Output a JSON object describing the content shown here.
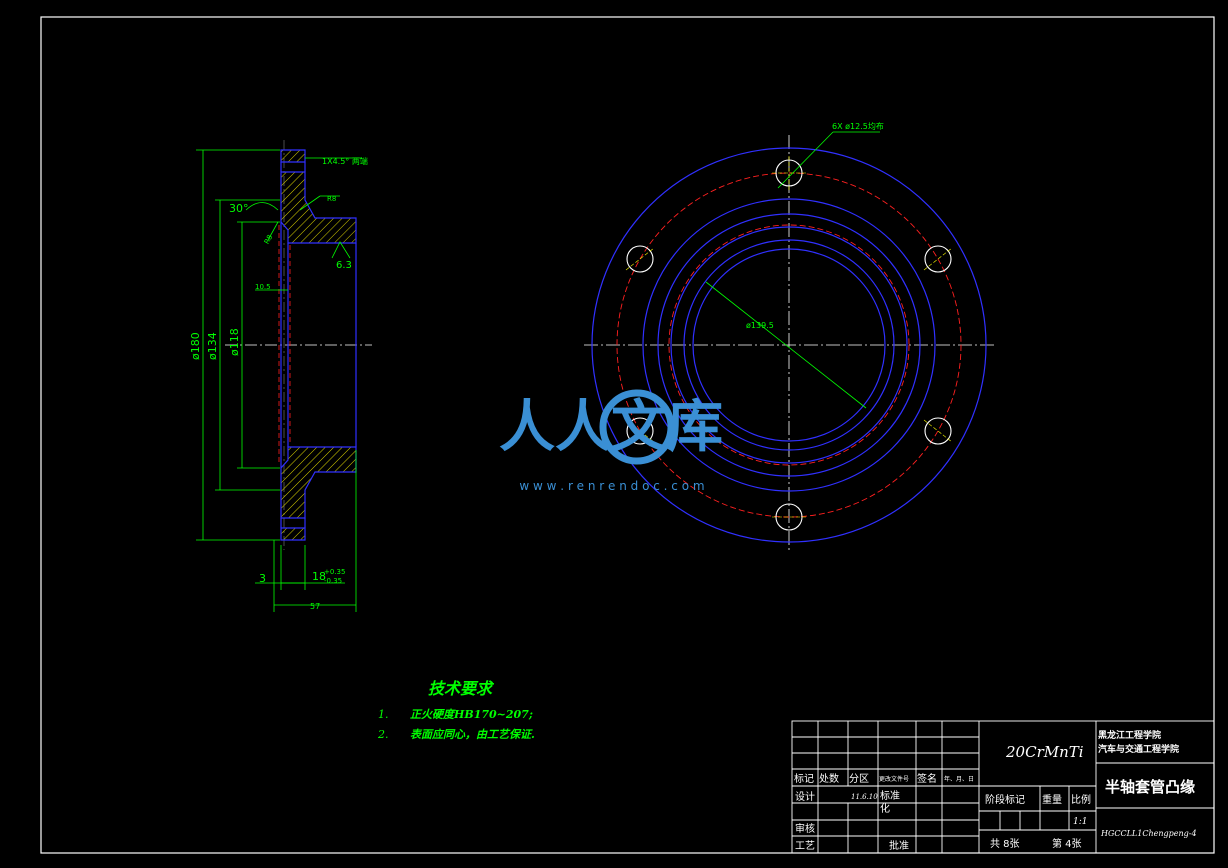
{
  "watermark": {
    "text": "人人文库",
    "url": "w w w . r e n r e n d o c . c o m"
  },
  "side_view": {
    "chamfer": "1X4.5° 两端",
    "angle": "30°",
    "r_small": "R8",
    "r_small2": "R8",
    "roughness": "6.3",
    "dim_105": "10.5",
    "d180": "ø180",
    "d134": "ø134",
    "d118": "ø118",
    "dim_3": "3",
    "dim_18": "18",
    "tol_upper": "+0.35",
    "tol_lower": "-0.35",
    "dim_57": "57"
  },
  "front_view": {
    "holes_note": "6X ø12.5均布",
    "d1395": "ø139.5"
  },
  "tech_req": {
    "title": "技术要求",
    "items": [
      {
        "n": "1.",
        "text": "正火硬度HB170~207;"
      },
      {
        "n": "2.",
        "text": "表面应同心，由工艺保证."
      }
    ]
  },
  "title_block": {
    "material": "20CrMnTi",
    "school1": "黑龙江工程学院",
    "school2": "汽车与交通工程学院",
    "part_name": "半轴套管凸缘",
    "h_marks": "标记",
    "h_count": "处数",
    "h_zone": "分区",
    "h_docno": "更改文件号",
    "h_sign": "签名",
    "h_date": "年、月、日",
    "design": "设计",
    "date": "11.6.10",
    "std1": "标准",
    "std2": "化",
    "stage": "阶段标记",
    "weight": "重量",
    "scale_h": "比例",
    "scale": "1:1",
    "review": "审核",
    "process": "工艺",
    "approve": "批准",
    "total": "共 8张",
    "sheet": "第 4张",
    "code": "HGCCLL1Chengpeng-4"
  }
}
